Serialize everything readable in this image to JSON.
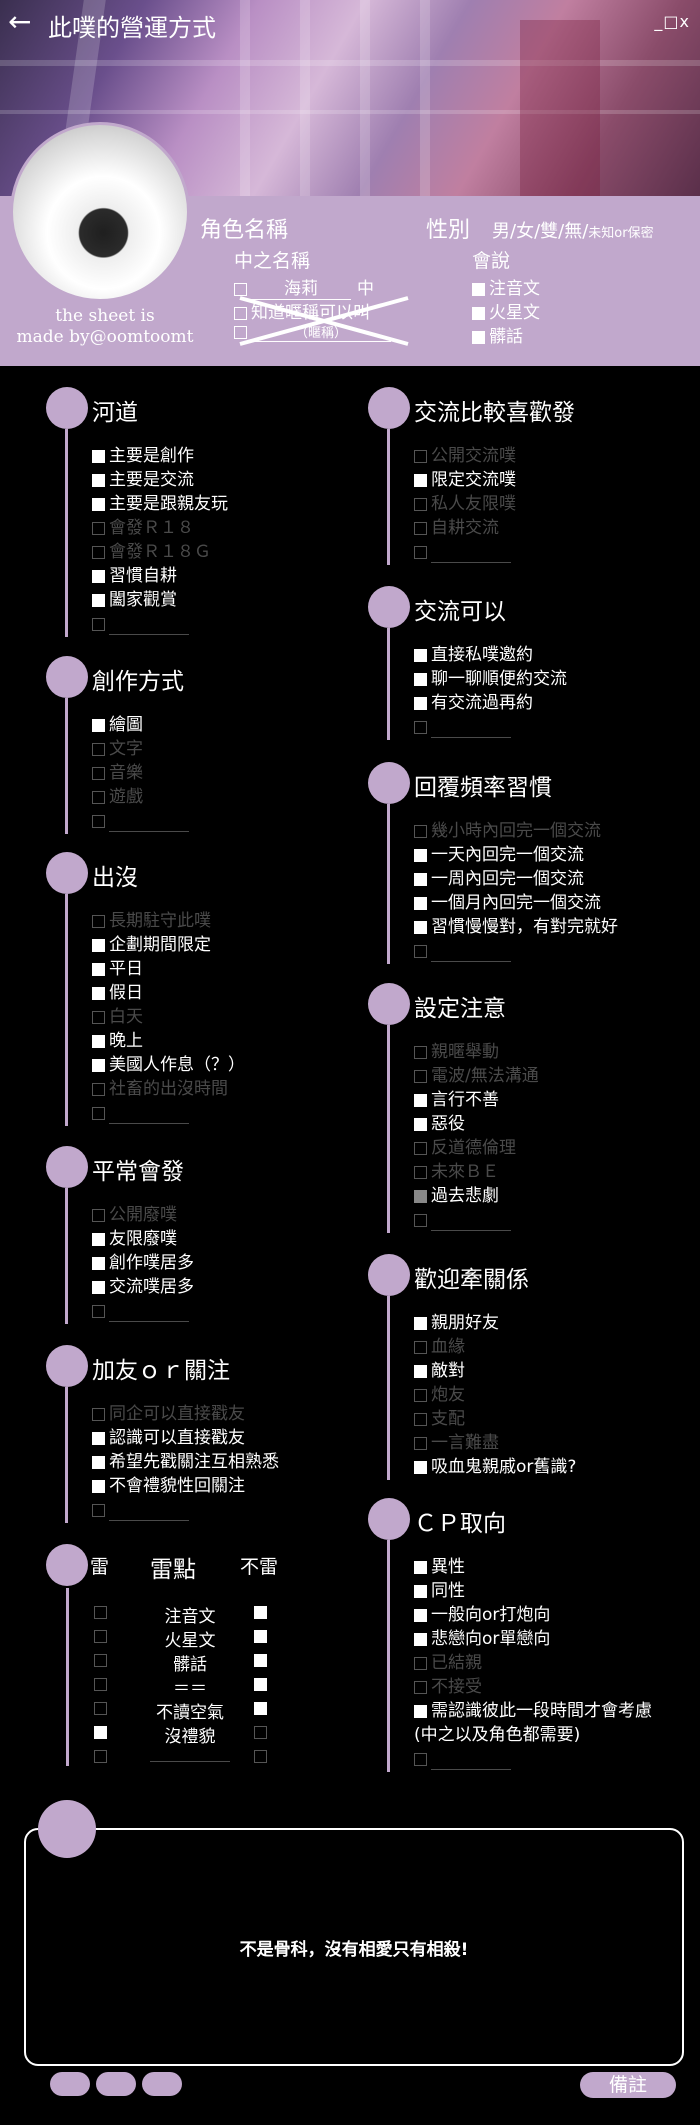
{
  "header": {
    "back_icon": "arrow-left-icon",
    "title": "此噗的營運方式",
    "window_controls": "_□x"
  },
  "profile": {
    "credit_line1": "the sheet is",
    "credit_line2": "made by@oomtoomt",
    "role_name_label": "角色名稱",
    "gender_label": "性別",
    "gender_options": "男/女/雙/無/",
    "gender_extra": "未知or保密",
    "nakano_label": "中之名稱",
    "nakano_row1_name": "海莉",
    "nakano_row1_suffix": "中",
    "nakano_row2": "知道暱稱可以叫",
    "nakano_row3": "（暱稱）",
    "speaks_label": "會說",
    "speaks": [
      "注音文",
      "火星文",
      "髒話"
    ]
  },
  "left_sections": [
    {
      "title": "河道",
      "items": [
        {
          "text": "主要是創作",
          "state": "on"
        },
        {
          "text": "主要是交流",
          "state": "on"
        },
        {
          "text": "主要是跟親友玩",
          "state": "on"
        },
        {
          "text": "會發Ｒ１８",
          "state": "dim"
        },
        {
          "text": "會發Ｒ１８Ｇ",
          "state": "dim"
        },
        {
          "text": "習慣自耕",
          "state": "on"
        },
        {
          "text": "闔家觀賞",
          "state": "on"
        },
        {
          "text": "",
          "state": "blank"
        }
      ]
    },
    {
      "title": "創作方式",
      "items": [
        {
          "text": "繪圖",
          "state": "on"
        },
        {
          "text": "文字",
          "state": "dim"
        },
        {
          "text": "音樂",
          "state": "dim"
        },
        {
          "text": "遊戲",
          "state": "dim"
        },
        {
          "text": "",
          "state": "blank"
        }
      ]
    },
    {
      "title": "出沒",
      "items": [
        {
          "text": "長期駐守此噗",
          "state": "dim"
        },
        {
          "text": "企劃期間限定",
          "state": "on"
        },
        {
          "text": "平日",
          "state": "on"
        },
        {
          "text": "假日",
          "state": "on"
        },
        {
          "text": "白天",
          "state": "dim"
        },
        {
          "text": "晚上",
          "state": "on"
        },
        {
          "text": "美國人作息（？）",
          "state": "on"
        },
        {
          "text": "社畜的出沒時間",
          "state": "dim"
        },
        {
          "text": "",
          "state": "blank"
        }
      ]
    },
    {
      "title": "平常會發",
      "items": [
        {
          "text": "公開廢噗",
          "state": "dim"
        },
        {
          "text": "友限廢噗",
          "state": "on"
        },
        {
          "text": "創作噗居多",
          "state": "on"
        },
        {
          "text": "交流噗居多",
          "state": "on"
        },
        {
          "text": "",
          "state": "blank"
        }
      ]
    },
    {
      "title": "加友ｏｒ關注",
      "items": [
        {
          "text": "同企可以直接戳友",
          "state": "dim"
        },
        {
          "text": "認識可以直接戳友",
          "state": "on"
        },
        {
          "text": "希望先戳關注互相熟悉",
          "state": "on"
        },
        {
          "text": "不會禮貌性回關注",
          "state": "on"
        },
        {
          "text": "",
          "state": "blank"
        }
      ]
    }
  ],
  "mines": {
    "col_left": "雷",
    "col_mid": "雷點",
    "col_right": "不雷",
    "rows": [
      {
        "text": "注音文",
        "left": "dim",
        "right": "on"
      },
      {
        "text": "火星文",
        "left": "dim",
        "right": "on"
      },
      {
        "text": "髒話",
        "left": "dim",
        "right": "on"
      },
      {
        "text": "＝＝",
        "left": "dim",
        "right": "on"
      },
      {
        "text": "不讀空氣",
        "left": "dim",
        "right": "on"
      },
      {
        "text": "沒禮貌",
        "left": "on",
        "right": "dim"
      },
      {
        "text": "",
        "left": "dim",
        "right": "dim"
      }
    ]
  },
  "right_sections": [
    {
      "title": "交流比較喜歡發",
      "items": [
        {
          "text": "公開交流噗",
          "state": "dim"
        },
        {
          "text": "限定交流噗",
          "state": "on"
        },
        {
          "text": "私人友限噗",
          "state": "dim"
        },
        {
          "text": "自耕交流",
          "state": "dim"
        },
        {
          "text": "",
          "state": "blank"
        }
      ]
    },
    {
      "title": "交流可以",
      "items": [
        {
          "text": "直接私噗邀約",
          "state": "on"
        },
        {
          "text": "聊一聊順便約交流",
          "state": "on"
        },
        {
          "text": "有交流過再約",
          "state": "on"
        },
        {
          "text": "",
          "state": "blank"
        }
      ]
    },
    {
      "title": "回覆頻率習慣",
      "items": [
        {
          "text": "幾小時內回完一個交流",
          "state": "dim"
        },
        {
          "text": "一天內回完一個交流",
          "state": "on"
        },
        {
          "text": "一周內回完一個交流",
          "state": "on"
        },
        {
          "text": "一個月內回完一個交流",
          "state": "on"
        },
        {
          "text": "習慣慢慢對，有對完就好",
          "state": "on"
        },
        {
          "text": "",
          "state": "blank"
        }
      ]
    },
    {
      "title": "設定注意",
      "items": [
        {
          "text": "親暱舉動",
          "state": "dim"
        },
        {
          "text": "電波/無法溝通",
          "state": "dim"
        },
        {
          "text": "言行不善",
          "state": "on"
        },
        {
          "text": "惡役",
          "state": "on"
        },
        {
          "text": "反道德倫理",
          "state": "dim"
        },
        {
          "text": "未來ＢＥ",
          "state": "dim"
        },
        {
          "text": "過去悲劇",
          "state": "gray"
        },
        {
          "text": "",
          "state": "blank"
        }
      ]
    },
    {
      "title": "歡迎牽關係",
      "items": [
        {
          "text": "親朋好友",
          "state": "on"
        },
        {
          "text": "血緣",
          "state": "dim"
        },
        {
          "text": "敵對",
          "state": "on"
        },
        {
          "text": "炮友",
          "state": "dim"
        },
        {
          "text": "支配",
          "state": "dim"
        },
        {
          "text": "一言難盡",
          "state": "dim"
        },
        {
          "text": "吸血鬼親戚or舊識?",
          "state": "on"
        }
      ]
    },
    {
      "title": "ＣＰ取向",
      "items": [
        {
          "text": "異性",
          "state": "on"
        },
        {
          "text": "同性",
          "state": "on"
        },
        {
          "text": "一般向or打炮向",
          "state": "on"
        },
        {
          "text": "悲戀向or單戀向",
          "state": "on"
        },
        {
          "text": "已結親",
          "state": "dim"
        },
        {
          "text": "不接受",
          "state": "dim"
        },
        {
          "text": "需認識彼此一段時間才會考慮",
          "state": "on"
        },
        {
          "text": "(中之以及角色都需要)",
          "state": "plain"
        },
        {
          "text": "",
          "state": "blank"
        }
      ]
    }
  ],
  "note": {
    "text": "不是骨科，沒有相愛只有相殺!",
    "memo_label": "備註"
  }
}
